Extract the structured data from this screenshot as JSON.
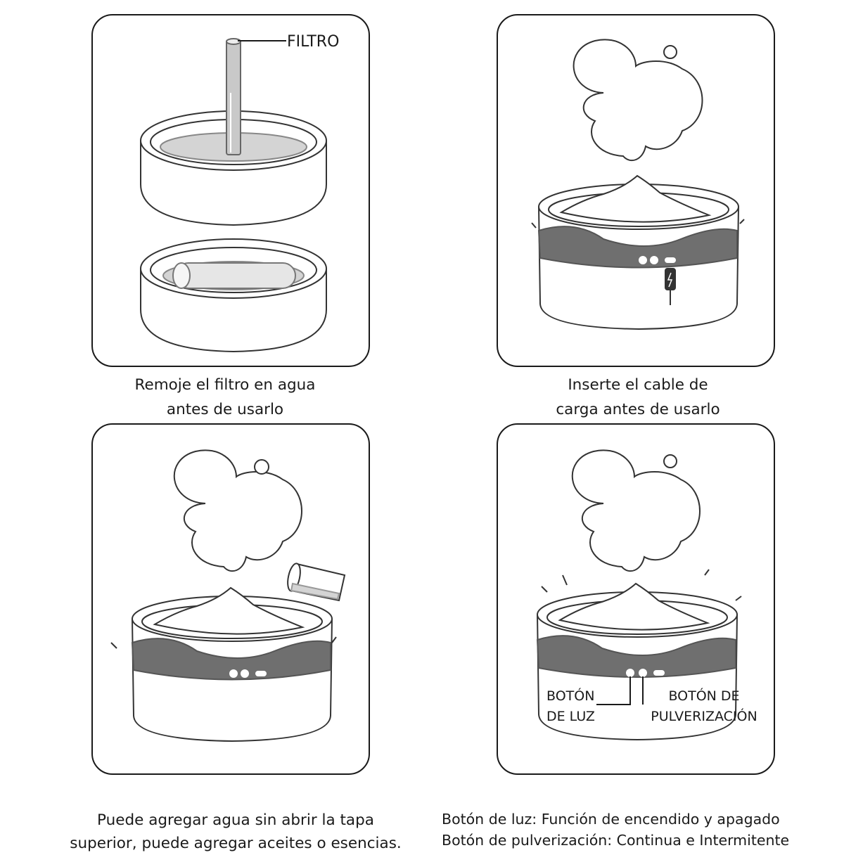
{
  "panels": [
    {
      "id": "filter-soak",
      "caption": [
        "Remoje el filtro en agua",
        "antes de usarlo"
      ],
      "callout": "FILTRO"
    },
    {
      "id": "charging-cable",
      "caption": [
        "Inserte el cable de",
        "carga antes de usarlo"
      ]
    },
    {
      "id": "add-water",
      "caption": [
        "Puede agregar agua sin abrir la tapa",
        "superior, puede agregar aceites o esencias."
      ]
    },
    {
      "id": "buttons",
      "callouts": {
        "light_button": [
          "BOTÓN",
          "DE LUZ"
        ],
        "spray_button": [
          "BOTÓN DE",
          "PULVERIZACIÓN"
        ]
      },
      "caption": [
        "Botón de luz: Función de encendido y apagado",
        "Botón de pulverización: Continua e Intermitente"
      ]
    }
  ],
  "colors": {
    "outline": "#1a1a1a",
    "band": "#6f6f6f",
    "water": "#d4d4d4",
    "background": "#ffffff"
  }
}
